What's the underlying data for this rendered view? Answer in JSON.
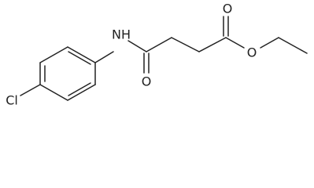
{
  "molecule": {
    "atoms": {
      "chlorine": "Cl",
      "amide_nitrogen": "NH",
      "amide_oxygen": "O",
      "ester_carbonyl_oxygen": "O",
      "ester_ether_oxygen": "O"
    }
  },
  "colors": {
    "bond": "#222222",
    "label": "#222222",
    "background": "#ffffff"
  }
}
